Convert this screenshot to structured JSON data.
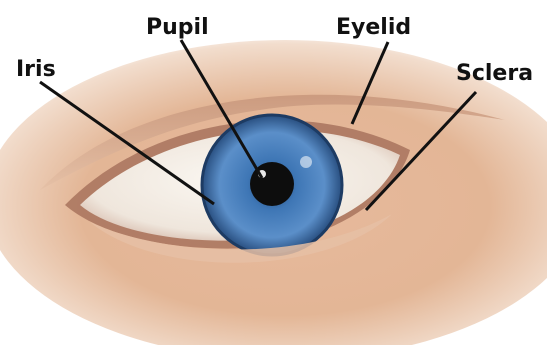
{
  "labels": {
    "pupil": "Pupil",
    "eyelid": "Eyelid",
    "iris": "Iris",
    "sclera": "Sclera"
  },
  "colors": {
    "skin": "#e8c3a7",
    "sclera": "#f3efe9",
    "iris": "#3f74b3",
    "pupil": "#0d0d0d",
    "leader_line": "#111111"
  }
}
